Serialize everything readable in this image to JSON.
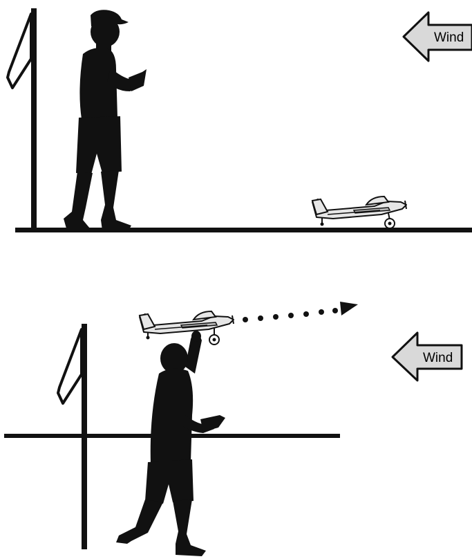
{
  "top_panel": {
    "wind_label": "Wind",
    "colors": {
      "silhouette": "#1a1a1a",
      "arrow_fill": "#d9d9d9",
      "plane_fill": "#e6e6e6",
      "line": "#111111"
    },
    "icons": [
      "windsock-pole-icon",
      "pilot-silhouette-icon",
      "rc-airplane-icon",
      "wind-arrow-icon"
    ]
  },
  "bottom_panel": {
    "wind_label": "Wind",
    "flight_path_dots": 7,
    "icons": [
      "windsock-pole-icon",
      "pilot-launching-icon",
      "rc-airplane-icon",
      "flight-path-arrow-icon",
      "wind-arrow-icon"
    ]
  }
}
